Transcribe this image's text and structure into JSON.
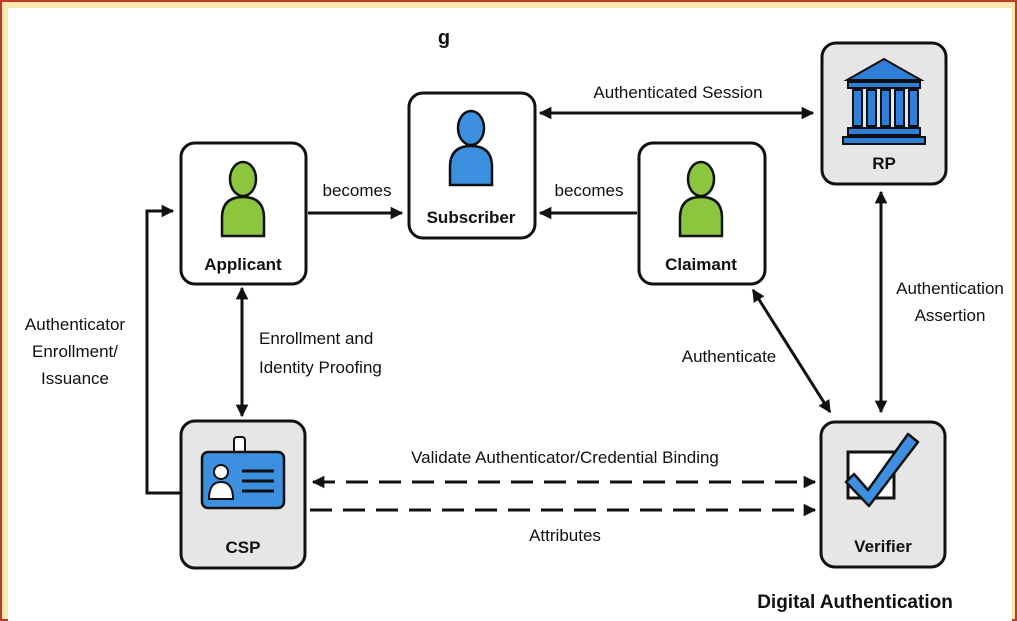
{
  "diagram": {
    "top_label": "g",
    "title": "Digital Authentication",
    "nodes": {
      "applicant": "Applicant",
      "subscriber": "Subscriber",
      "claimant": "Claimant",
      "rp": "RP",
      "csp": "CSP",
      "verifier": "Verifier"
    },
    "edges": {
      "authenticated_session": "Authenticated Session",
      "becomes_left": "becomes",
      "becomes_right": "becomes",
      "enrollment": [
        "Enrollment and",
        "Identity Proofing"
      ],
      "issuance": [
        "Authenticator",
        "Enrollment/",
        "Issuance"
      ],
      "authenticate": "Authenticate",
      "assertion": [
        "Authentication",
        "Assertion"
      ],
      "validate": "Validate Authenticator/Credential Binding",
      "attributes": "Attributes"
    },
    "colors": {
      "person_green": "#8cc63f",
      "person_blue": "#3d8fe0",
      "csp_blue": "#3d8fe0",
      "rp_blue": "#2f7fd8",
      "verifier_blue": "#3d8fe0",
      "gray_box": "#e6e6e6",
      "white_box": "#ffffff",
      "frame_red": "#c0392b",
      "background_tan": "#fde7b1"
    }
  }
}
